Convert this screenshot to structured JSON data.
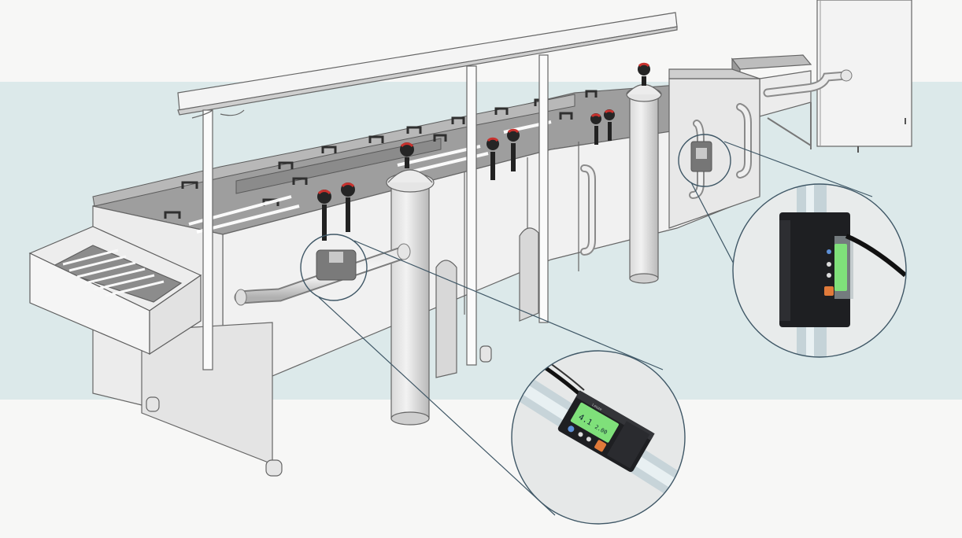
{
  "scene": {
    "colors": {
      "band": "#dce9ea",
      "floor": "#f7f7f6",
      "machine_fill": "#f1f1f1",
      "machine_dark": "#8f8f8f",
      "outline": "#5a5a5a",
      "callout_line": "#3f5766",
      "sensor_body": "#1e1f22",
      "lcd_green": "#7fe07a",
      "pipe_clear": "#c8d6db",
      "gauge_red": "#c8322e"
    },
    "icons": [
      "flow-sensor-icon",
      "pressure-gauge-icon",
      "pipe-icon",
      "filter-housing-icon"
    ]
  },
  "sensor_display": {
    "brand_small": "Leuze",
    "reading": "4.1",
    "reading_right": "2.00"
  }
}
